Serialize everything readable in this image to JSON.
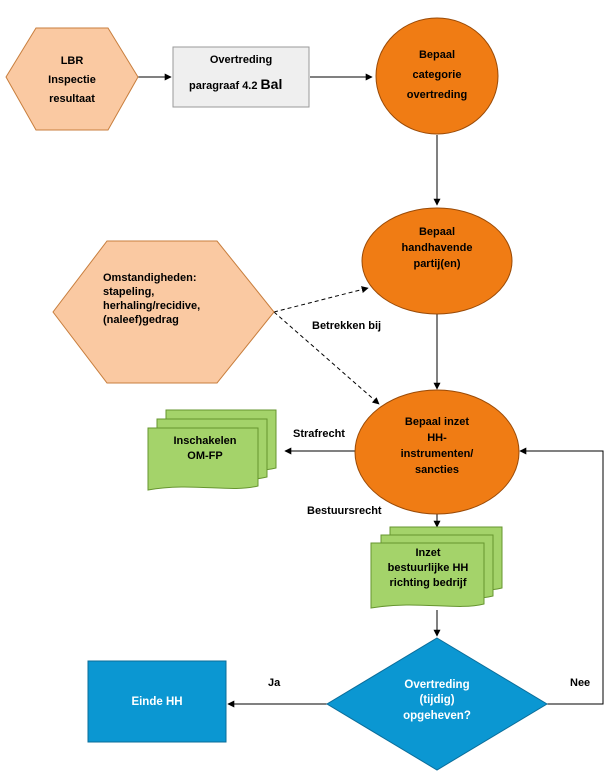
{
  "nodes": {
    "lbr": {
      "lines": [
        "LBR",
        "Inspectie",
        "resultaat"
      ]
    },
    "overtreding": {
      "lines": [
        "Overtreding",
        "paragraaf 4.2"
      ],
      "suffix": "Bal"
    },
    "categorie": {
      "lines": [
        "Bepaal",
        "categorie",
        "overtreding"
      ]
    },
    "partij": {
      "lines": [
        "Bepaal",
        "handhavende",
        "partij(en)"
      ]
    },
    "omstandigheden": {
      "lines": [
        "Omstandigheden:",
        "stapeling,",
        "herhaling/recidive,",
        "(naleef)gedrag"
      ]
    },
    "inzet": {
      "lines": [
        "Bepaal inzet",
        "HH-",
        "instrumenten/",
        "sancties"
      ]
    },
    "om_fp": {
      "lines": [
        "Inschakelen",
        "OM-FP"
      ]
    },
    "bestuurlijk": {
      "lines": [
        "Inzet",
        "bestuurlijke HH",
        "richting bedrijf"
      ]
    },
    "einde": {
      "lines": [
        "Einde HH"
      ]
    },
    "opgeheven": {
      "lines": [
        "Overtreding",
        "(tijdig)",
        "opgeheven?"
      ]
    }
  },
  "edge_labels": {
    "betrekken": "Betrekken bij",
    "strafrecht": "Strafrecht",
    "bestuursrecht": "Bestuursrecht",
    "ja": "Ja",
    "nee": "Nee"
  },
  "colors": {
    "hexagon_fill": "#fac9a2",
    "hexagon_stroke": "#c87e3d",
    "orange_fill": "#f07c14",
    "orange_stroke": "#9a4a06",
    "green_fill": "#a4d36a",
    "green_stroke": "#66952f",
    "blue_fill": "#0b97d2",
    "blue_stroke": "#0a6d9a",
    "rect_fill": "#efefef",
    "rect_stroke": "#9a9a9a"
  }
}
